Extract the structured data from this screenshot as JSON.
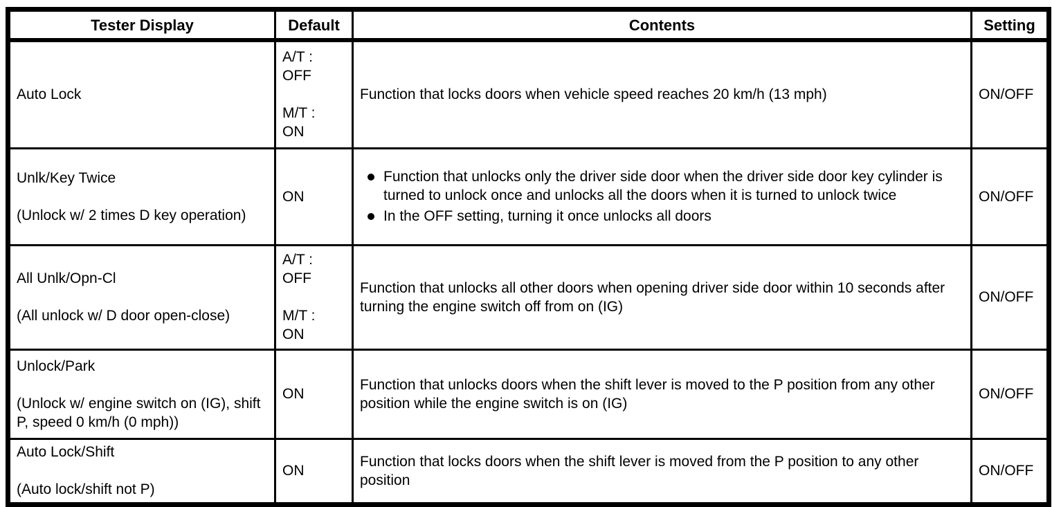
{
  "page": {
    "background_color": "#ffffff",
    "text_color": "#000000",
    "border_color": "#000000"
  },
  "table": {
    "headers": {
      "tester_display": "Tester Display",
      "default": "Default",
      "contents": "Contents",
      "setting": "Setting"
    },
    "rows": [
      {
        "tester_display": "Auto Lock",
        "default": "A/T :\nOFF\n\nM/T :\nON",
        "contents": "Function that locks doors when vehicle speed reaches 20 km/h (13 mph)",
        "setting": "ON/OFF"
      },
      {
        "tester_display": "Unlk/Key Twice\n\n(Unlock w/ 2 times D key operation)",
        "default": "ON",
        "contents_bullets": [
          "Function that unlocks only the driver side door when the driver side door key cylinder is turned to unlock once and unlocks all the doors when it is turned to unlock twice",
          "In the OFF setting, turning it once unlocks all doors"
        ],
        "setting": "ON/OFF"
      },
      {
        "tester_display": "All Unlk/Opn-Cl\n\n(All unlock w/ D door open-close)",
        "default": "A/T :\nOFF\n\nM/T :\nON",
        "contents": "Function that unlocks all other doors when opening driver side door within 10 seconds after turning the engine switch off from on (IG)",
        "setting": "ON/OFF"
      },
      {
        "tester_display": "Unlock/Park\n\n(Unlock w/ engine switch on (IG), shift P, speed 0 km/h (0 mph))",
        "default": "ON",
        "contents": "Function that unlocks doors when the shift lever is moved to the P position from any other position while the engine switch is on (IG)",
        "setting": "ON/OFF"
      },
      {
        "tester_display": "Auto Lock/Shift\n\n(Auto lock/shift not P)",
        "default": "ON",
        "contents": "Function that locks doors when the shift lever is moved from the P position to any other position",
        "setting": "ON/OFF"
      }
    ]
  }
}
